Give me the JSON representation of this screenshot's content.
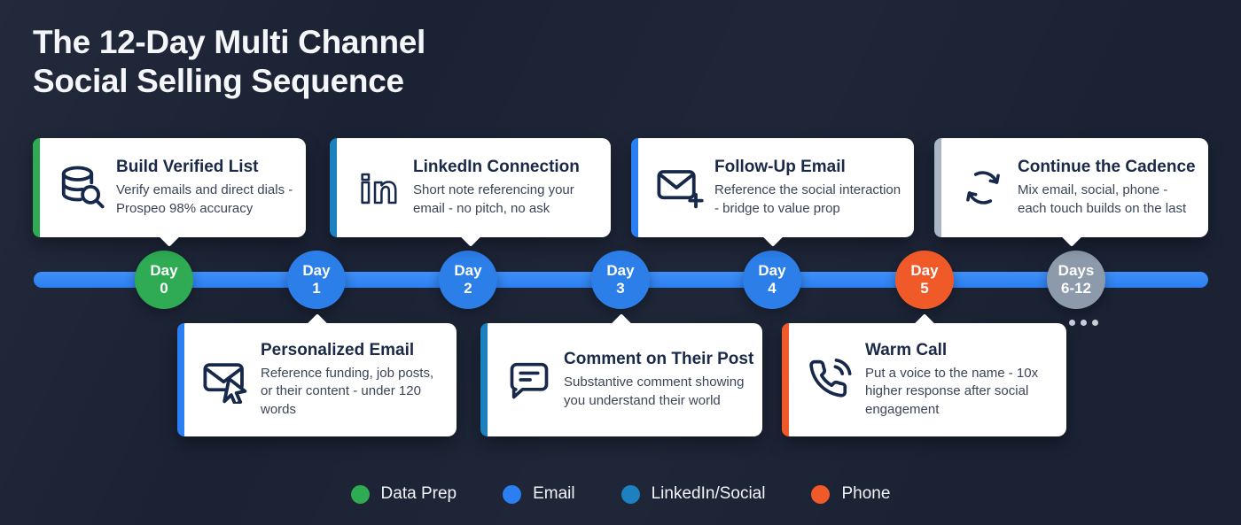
{
  "title": {
    "line1": "The 12-Day Multi Channel",
    "line2": "Social Selling Sequence"
  },
  "cards": [
    {
      "title": "Build Verified List",
      "body": "Verify emails and direct dials - Prospeo 98% accuracy",
      "icon": "database-search-icon",
      "category": "data-prep",
      "position": "above",
      "points_to": "Day 0"
    },
    {
      "title": "LinkedIn Connection",
      "body": "Short note referencing your email - no pitch, no ask",
      "icon": "linkedin-icon",
      "category": "linkedin-social",
      "position": "above",
      "points_to": "Day 2"
    },
    {
      "title": "Follow-Up Email",
      "body": "Reference the social interaction - bridge to value prop",
      "icon": "email-plus-icon",
      "category": "email",
      "position": "above",
      "points_to": "Day 4"
    },
    {
      "title": "Continue the Cadence",
      "body": "Mix email, social, phone - each touch builds on the last",
      "icon": "cycle-icon",
      "category": "ongoing",
      "position": "above",
      "points_to": "Days 6-12"
    },
    {
      "title": "Personalized Email",
      "body": "Reference funding, job posts, or their content - under 120 words",
      "icon": "email-cursor-icon",
      "category": "email",
      "position": "below",
      "points_to": "Day 1"
    },
    {
      "title": "Comment on Their Post",
      "body": "Substantive comment showing you understand their world",
      "icon": "comment-icon",
      "category": "linkedin-social",
      "position": "below",
      "points_to": "Day 3"
    },
    {
      "title": "Warm Call",
      "body": "Put a voice to the name - 10x higher response after social engagement",
      "icon": "phone-icon",
      "category": "phone",
      "position": "below",
      "points_to": "Day 5"
    }
  ],
  "timeline": {
    "days": [
      {
        "label": "Day",
        "value": "0",
        "color_key": "green"
      },
      {
        "label": "Day",
        "value": "1",
        "color_key": "blue"
      },
      {
        "label": "Day",
        "value": "2",
        "color_key": "blue"
      },
      {
        "label": "Day",
        "value": "3",
        "color_key": "blue"
      },
      {
        "label": "Day",
        "value": "4",
        "color_key": "blue"
      },
      {
        "label": "Day",
        "value": "5",
        "color_key": "orange"
      },
      {
        "label": "Days",
        "value": "6-12",
        "color_key": "gray"
      }
    ],
    "more_indicator": "..."
  },
  "legend": [
    {
      "label": "Data Prep",
      "color": "#2eab53"
    },
    {
      "label": "Email",
      "color": "#2b7ff2"
    },
    {
      "label": "LinkedIn/Social",
      "color": "#1d80bf"
    },
    {
      "label": "Phone",
      "color": "#f05a28"
    }
  ],
  "colors": {
    "background": "#1a2234",
    "card_background": "#ffffff",
    "timeline_bar": "#2e83f0",
    "day_green": "#2eab53",
    "day_blue": "#2c7ee9",
    "day_orange": "#f05a28",
    "day_gray": "#8d9aab",
    "future_accent": "#a9b6c6",
    "card_title_text": "#1a2947",
    "card_body_text": "#3a4657"
  }
}
